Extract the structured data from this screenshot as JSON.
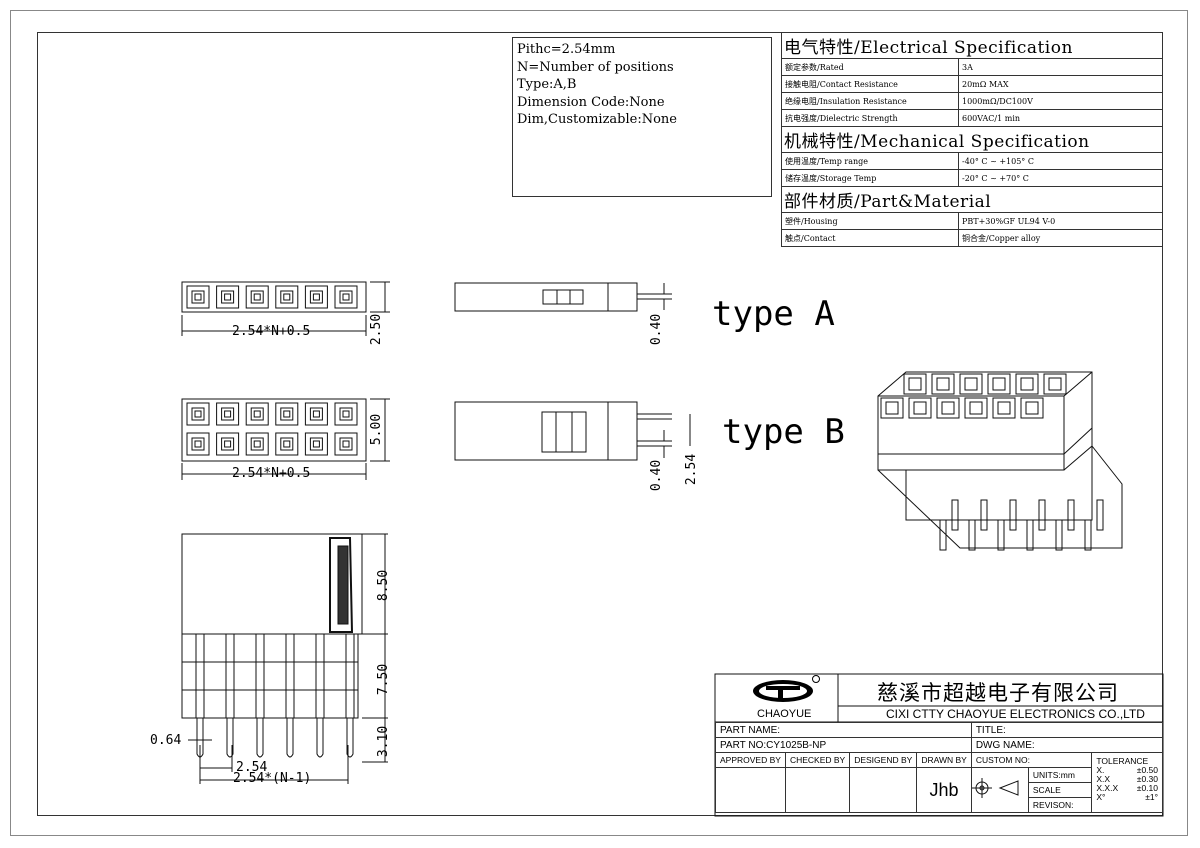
{
  "notes": [
    "Pithc=2.54mm",
    "N=Number of positions",
    "Type:A,B",
    "Dimension Code:None",
    "Dim,Customizable:None"
  ],
  "spec": {
    "electrical_title": "电气特性/Electrical Specification",
    "electrical_rows": [
      [
        "额定参数/Rated",
        "3A"
      ],
      [
        "接触电阻/Contact Resistance",
        "20mΩ MAX"
      ],
      [
        "绝缘电阻/Insulation Resistance",
        "1000mΩ/DC100V"
      ],
      [
        "抗电强度/Dielectric Strength",
        "600VAC/1 min"
      ]
    ],
    "mechanical_title": "机械特性/Mechanical Specification",
    "mechanical_rows": [
      [
        "使用温度/Temp range",
        "-40° C ~ +105° C"
      ],
      [
        "储存温度/Storage Temp",
        "-20° C ~ +70° C"
      ]
    ],
    "material_title": "部件材质/Part&Material",
    "material_rows": [
      [
        "塑件/Housing",
        "PBT+30%GF  UL94  V-0"
      ],
      [
        "触点/Contact",
        "铜合金/Copper alloy"
      ]
    ]
  },
  "labels": {
    "typeA": "type A",
    "typeB": "type B",
    "dimN": "2.54*N+0.5",
    "dimN2": "2.54*N+0.5",
    "h250": "2.50",
    "h500": "5.00",
    "d040a": "0.40",
    "d040b": "0.40",
    "d254v": "2.54",
    "d850": "8.50",
    "d750": "7.50",
    "d310": "3.10",
    "d064": "0.64",
    "d254": "2.54",
    "d254n1": "2.54*(N-1)"
  },
  "titleblock": {
    "company_cn": "慈溪市超越电子有限公司",
    "company_en": "CIXI CTTY CHAOYUE ELECTRONICS CO.,LTD",
    "logo_text": "CHAOYUE",
    "part_name": "PART NAME:",
    "part_no": "PART NO:CY1025B-NP",
    "title": "TITLE:",
    "dwg_name": "DWG NAME:",
    "approved": "APPROVED BY",
    "checked": "CHECKED BY",
    "designed": "DESIGEND BY",
    "drawn": "DRAWN BY",
    "custom_no": "CUSTOM NO:",
    "units": "UNITS:mm",
    "scale": "SCALE",
    "revison": "REVISON:",
    "drawn_value": "Jhb",
    "tolerance": "TOLERANCE",
    "tol_rows": [
      [
        "X.",
        "±0.50"
      ],
      [
        "X.X",
        "±0.30"
      ],
      [
        "X.X.X",
        "±0.10"
      ],
      [
        "X°",
        "±1°"
      ]
    ]
  }
}
